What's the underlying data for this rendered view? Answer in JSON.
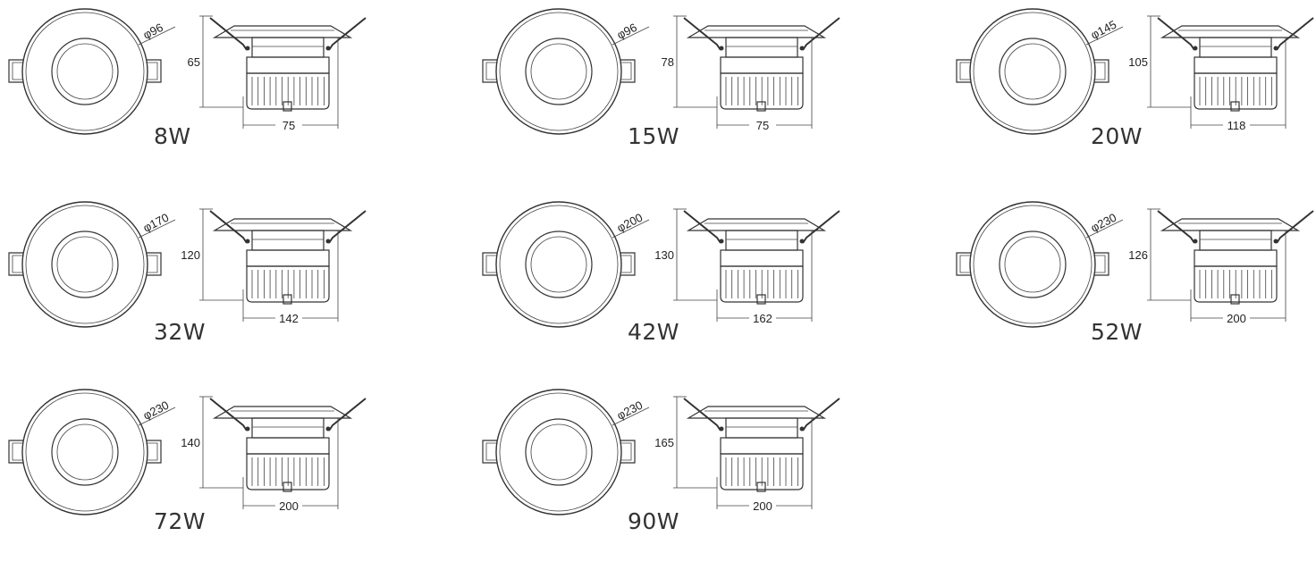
{
  "models": [
    {
      "watt": "8W",
      "diameter": "φ96",
      "height": "65",
      "width": "75"
    },
    {
      "watt": "15W",
      "diameter": "φ96",
      "height": "78",
      "width": "75"
    },
    {
      "watt": "20W",
      "diameter": "φ145",
      "height": "105",
      "width": "118"
    },
    {
      "watt": "32W",
      "diameter": "φ170",
      "height": "120",
      "width": "142"
    },
    {
      "watt": "42W",
      "diameter": "φ200",
      "height": "130",
      "width": "162"
    },
    {
      "watt": "52W",
      "diameter": "φ230",
      "height": "126",
      "width": "200"
    },
    {
      "watt": "72W",
      "diameter": "φ230",
      "height": "140",
      "width": "200"
    },
    {
      "watt": "90W",
      "diameter": "φ230",
      "height": "165",
      "width": "200"
    }
  ]
}
